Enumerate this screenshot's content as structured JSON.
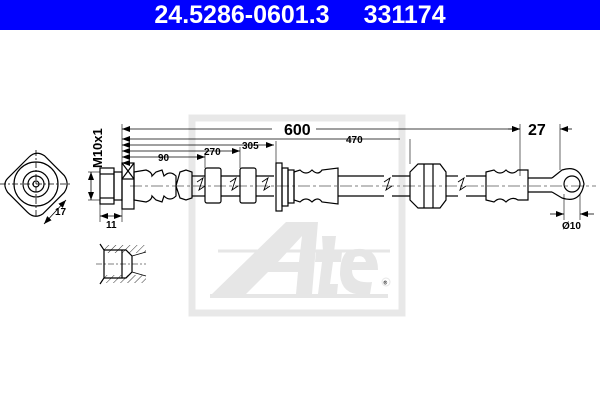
{
  "header": {
    "part_number": "24.5286-0601.3",
    "ref_number": "331174",
    "background_color": "#0000ff",
    "text_color": "#ffffff"
  },
  "drawing": {
    "title": "Brake hose technical drawing",
    "dimensions": {
      "total_length": "600",
      "d470": "470",
      "d305": "305",
      "d270": "270",
      "d90": "90",
      "eye_offset": "27",
      "thread": "M10x1",
      "fitting_length": "11",
      "hex_size": "17",
      "eye_diameter": "Ø10"
    },
    "watermark": {
      "brand": "Ate",
      "registered": "®",
      "color": "#e6e6e6"
    },
    "line_color": "#000000"
  }
}
